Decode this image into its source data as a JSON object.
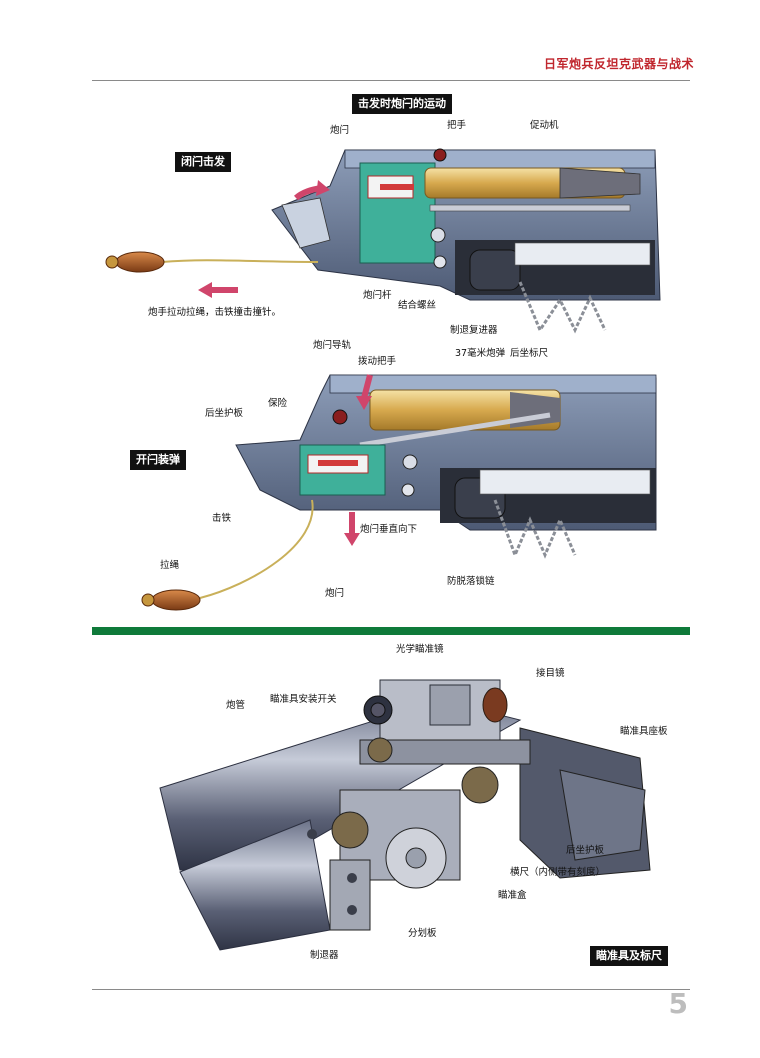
{
  "header": {
    "title": "日军炮兵反坦克武器与战术"
  },
  "section1": {
    "title": "击发时炮闩的运动",
    "tag": "闭闩击发",
    "labels": {
      "breech": "炮闩",
      "handle": "把手",
      "actuator": "促动机",
      "breech_lever": "炮闩杆",
      "joint_screw": "结合螺丝",
      "recoil_brake": "制退复进器",
      "gunner_caption": "炮手拉动拉绳，击铁撞击撞针。",
      "shell": "37毫米炮弹",
      "recoil_scale": "后坐标尺"
    }
  },
  "section2": {
    "tag": "开闩装弹",
    "labels": {
      "breech_rail": "炮闩导轨",
      "pull_handle": "拨动把手",
      "recoil_guard": "后坐护板",
      "safety": "保险",
      "hammer": "击铁",
      "lanyard": "拉绳",
      "breech_drop": "炮闩垂直向下",
      "breech": "炮闩",
      "anti_drop_chain": "防脱落锁链"
    }
  },
  "section3": {
    "tag": "瞄准具及标尺",
    "labels": {
      "optical_sight": "光学瞄准镜",
      "eyepiece": "接目镜",
      "barrel": "炮管",
      "sight_mount_switch": "瞄准具安装开关",
      "sight_base": "瞄准具座板",
      "recoil_guard": "后坐护板",
      "cross_scale": "横尺（内侧带有刻度）",
      "sight_box": "瞄准盒",
      "reticle_plate": "分划板",
      "recoil_brake": "制退器"
    }
  },
  "page_number": "5"
}
